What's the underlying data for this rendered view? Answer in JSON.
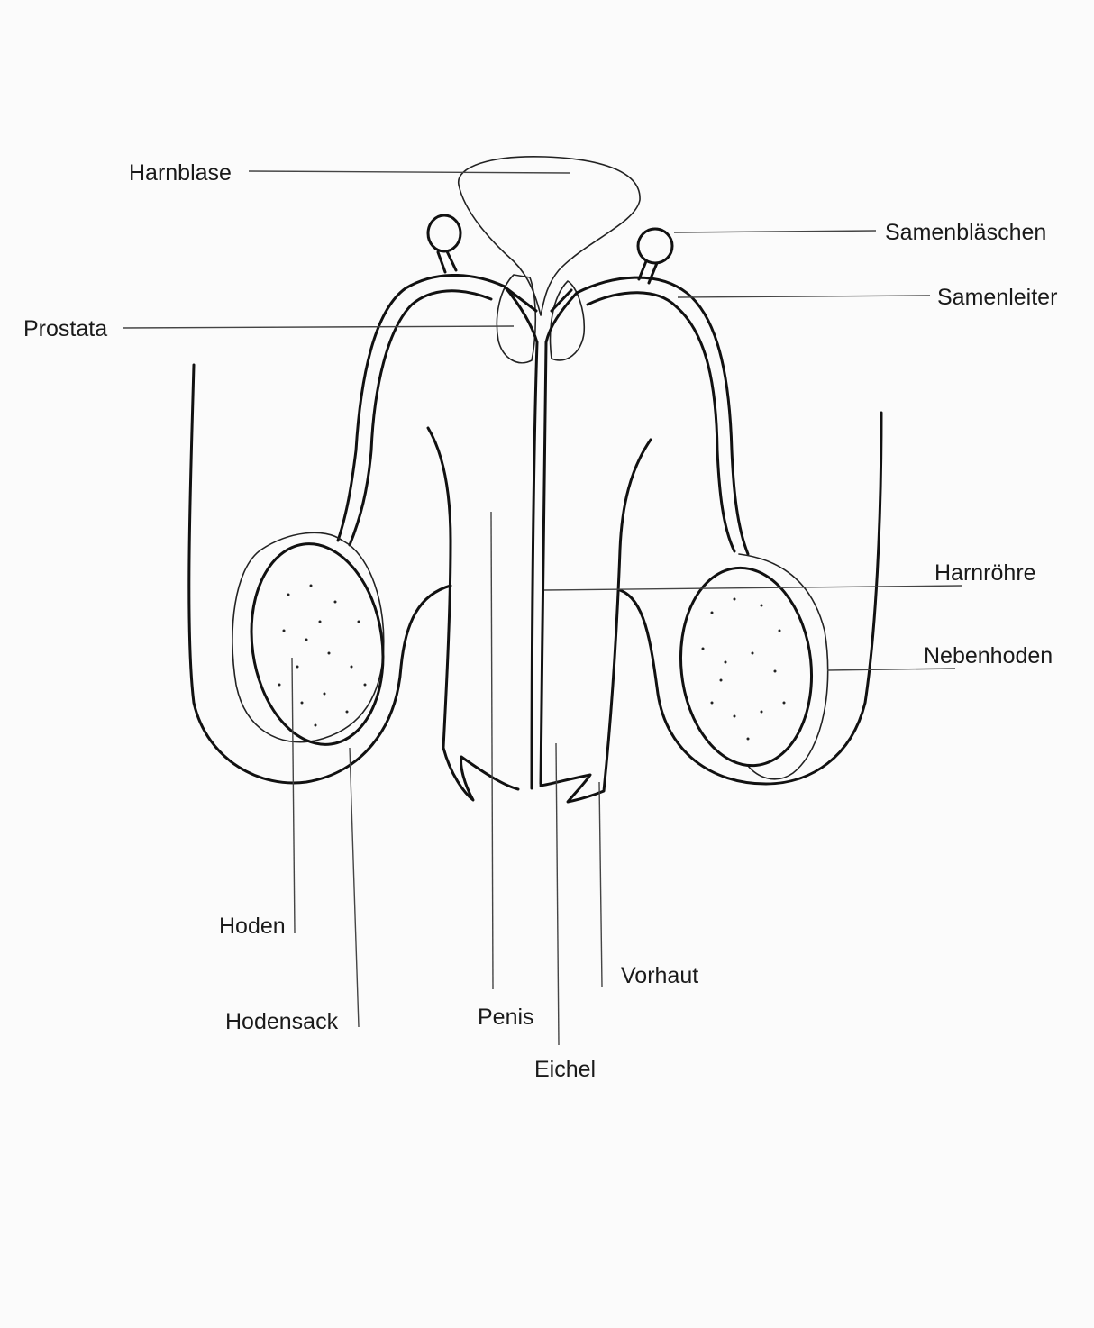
{
  "labels": {
    "harnblase": "Harnblase",
    "samenblaeschen": "Samenbläschen",
    "samenleiter": "Samenleiter",
    "prostata": "Prostata",
    "harnroehre": "Harnröhre",
    "nebenhoden": "Nebenhoden",
    "hoden": "Hoden",
    "hodensack": "Hodensack",
    "penis": "Penis",
    "eichel": "Eichel",
    "vorhaut": "Vorhaut"
  }
}
